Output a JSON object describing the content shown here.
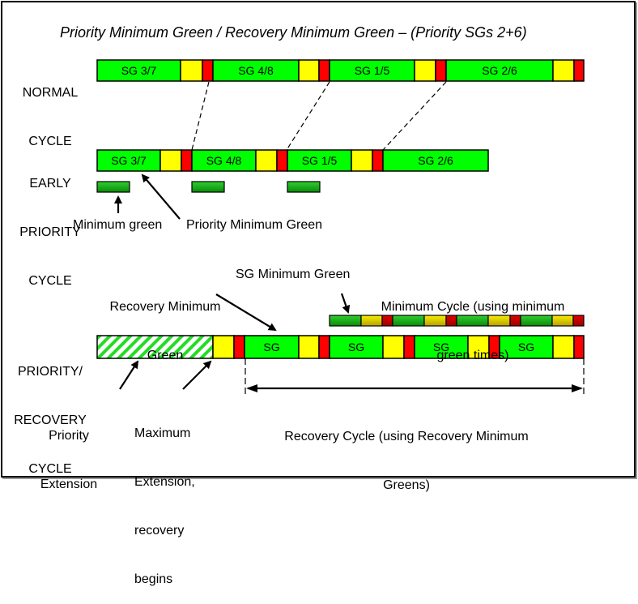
{
  "title": "Priority Minimum Green / Recovery Minimum Green – (Priority SGs 2+6)",
  "colors": {
    "green": "#00ff00",
    "yellow": "#ffff00",
    "red": "#ff0000",
    "dark_green": "#10a010",
    "dark_yellow": "#d8c000",
    "dark_red": "#c00000",
    "hatch": "#22dd22"
  },
  "rows": {
    "normal": {
      "label_line1": "NORMAL",
      "label_line2": "CYCLE",
      "segments": [
        {
          "type": "green",
          "label": "SG 3/7"
        },
        {
          "type": "yellow"
        },
        {
          "type": "red"
        },
        {
          "type": "green",
          "label": "SG 4/8"
        },
        {
          "type": "yellow"
        },
        {
          "type": "red"
        },
        {
          "type": "green",
          "label": "SG 1/5"
        },
        {
          "type": "yellow"
        },
        {
          "type": "red"
        },
        {
          "type": "green",
          "label": "SG 2/6"
        },
        {
          "type": "yellow"
        },
        {
          "type": "red"
        }
      ]
    },
    "early": {
      "label_line1": "EARLY",
      "label_line2": "PRIORITY",
      "label_line3": "CYCLE",
      "segments": [
        {
          "type": "green",
          "label": "SG 3/7"
        },
        {
          "type": "yellow"
        },
        {
          "type": "red"
        },
        {
          "type": "green",
          "label": "SG 4/8"
        },
        {
          "type": "yellow"
        },
        {
          "type": "red"
        },
        {
          "type": "green",
          "label": "SG 1/5"
        },
        {
          "type": "yellow"
        },
        {
          "type": "red"
        },
        {
          "type": "green",
          "label": "SG 2/6"
        }
      ]
    },
    "recovery": {
      "label_line1": "PRIORITY/",
      "label_line2": "RECOVERY",
      "label_line3": "CYCLE",
      "segments": [
        {
          "type": "hatch"
        },
        {
          "type": "yellow"
        },
        {
          "type": "red"
        },
        {
          "type": "green",
          "label": "SG"
        },
        {
          "type": "yellow"
        },
        {
          "type": "red"
        },
        {
          "type": "green",
          "label": "SG"
        },
        {
          "type": "yellow"
        },
        {
          "type": "red"
        },
        {
          "type": "green",
          "label": "SG"
        },
        {
          "type": "yellow"
        },
        {
          "type": "red"
        },
        {
          "type": "green",
          "label": "SG"
        },
        {
          "type": "yellow"
        },
        {
          "type": "red"
        }
      ]
    }
  },
  "annotations": {
    "minimum_green": "Minimum green",
    "priority_minimum_green": "Priority Minimum Green",
    "recovery_minimum_green_1": "Recovery Minimum",
    "recovery_minimum_green_2": "Green",
    "sg_minimum_green": "SG Minimum Green",
    "minimum_cycle_1": "Minimum Cycle (using minimum",
    "minimum_cycle_2": "green times)",
    "priority_extension_1": "Priority",
    "priority_extension_2": "Extension",
    "max_extension_1": "Maximum",
    "max_extension_2": "Extension,",
    "max_extension_3": "recovery",
    "max_extension_4": "begins",
    "recovery_cycle_1": "Recovery Cycle (using Recovery Minimum",
    "recovery_cycle_2": "Greens)"
  }
}
